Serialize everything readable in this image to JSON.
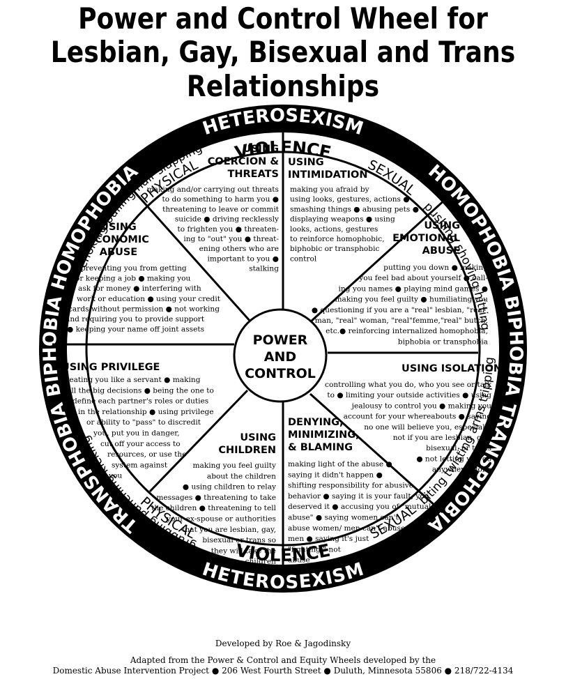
{
  "title": {
    "line1": "Power and Control Wheel for",
    "line2": "Lesbian, Gay, Bisexual and Trans Relationships"
  },
  "outer_ring": {
    "top": "HETEROSEXISM",
    "bottom": "HETEROSEXISM",
    "left": "TRANSPHOBIA BIPHOBIA HOMOPHOBIA",
    "right": "HOMOPHOBIA BIPHOBIA TRANSPHOBIA"
  },
  "violence_ring": {
    "top_violence": "VIOLENCE",
    "bottom_violence": "VIOLENCE",
    "physical_top": "PHYSICAL",
    "physical_bottom": "PHYSICAL",
    "sexual_top": "SEXUAL",
    "sexual_bottom": "SEXUAL",
    "actions_top_left": "choking   pulling hair   slapping",
    "actions_top_right": "pushing   shoving   hitting",
    "actions_bottom_left": "grabbing   punching   kicking",
    "actions_bottom_right": "biting   twisting arms   tripping"
  },
  "hub": {
    "line1": "POWER",
    "line2": "AND",
    "line3": "CONTROL"
  },
  "sections": [
    {
      "name": "coercion",
      "heading": [
        "USING",
        "COERCION &",
        "THREATS"
      ],
      "body": [
        "making and/or carrying out threats",
        "to do something to harm you ●",
        "threatening to leave or commit",
        "suicide ● driving recklessly",
        "to frighten you ● threaten-",
        "ing to \"out\" you ● threat-",
        "ening others who are",
        "important to you ●",
        "stalking"
      ]
    },
    {
      "name": "intimidation",
      "heading": [
        "USING",
        "INTIMIDATION"
      ],
      "body": [
        "making you afraid by",
        "using looks, gestures, actions ●",
        "smashing things ● abusing pets ●",
        "displaying weapons ● using",
        "looks, actions, gestures",
        "to reinforce homophobic,",
        "biphobic or transphobic",
        "control"
      ]
    },
    {
      "name": "emotional",
      "heading": [
        "USING",
        "EMOTIONAL",
        "ABUSE"
      ],
      "body": [
        "putting you down ● making",
        "you feel bad about yourself ● call-",
        "ing  you names ● playing mind games ●",
        "making you feel guilty ● humiliating you",
        "● questioning if you are a  \"real\" lesbian, \"real\"",
        "man, \"real\" woman, \"real\"femme,\"real\" butch,",
        "etc.● reinforcing internalized homophobia,",
        "biphobia or transphobia"
      ]
    },
    {
      "name": "isolation",
      "heading": [
        "USING ISOLATION"
      ],
      "body": [
        "controlling what you do, who you see  or talk",
        "to ● limiting your outside activities ● using",
        "jealousy to control you ● making you",
        "account for your whereabouts ● saying",
        "no one will believe you, especially",
        "not if you are lesbian, gay,",
        "bisexual, or  trans",
        "● not letting you go",
        "anywhere alone"
      ]
    },
    {
      "name": "denying",
      "heading": [
        "DENYING,",
        "MINIMIZING,",
        "& BLAMING"
      ],
      "body": [
        "making light of the abuse ●",
        "saying it didn't happen ●",
        "shifting responsibility for abusive",
        "behavior ● saying it is your fault, you",
        "deserved it ● accusing you of \"mutual",
        "abuse\" ● saying women can't",
        "abuse women/ men can't abuse",
        "men ● saying it's just",
        "\"fighting,\" not",
        "abuse"
      ]
    },
    {
      "name": "children",
      "heading": [
        "USING",
        "CHILDREN"
      ],
      "body": [
        "making you feel guilty",
        "about the children",
        "● using children to relay",
        "messages ● threatening to take",
        "the children ● threatening to tell",
        "your ex-spouse or authorities",
        "that you are lesbian, gay,",
        "bisexual or trans so",
        "they will take the",
        "children"
      ]
    },
    {
      "name": "privilege",
      "heading": [
        "USING PRIVILEGE"
      ],
      "body": [
        "treating you like a servant ● making",
        "all the big decisions ● being the one to",
        "define each partner's roles or duties",
        "in the relationship ● using privilege",
        "or ability to \"pass\" to discredit",
        "you, put you in danger,",
        "cut off your access to",
        "resources, or use the",
        "system against",
        "you"
      ]
    },
    {
      "name": "economic",
      "heading": [
        "USING",
        "ECONOMIC",
        "ABUSE"
      ],
      "body": [
        "preventing you from getting",
        "or keeping a job ● making you",
        "ask for money ● interfering with",
        "work or education ● using your credit",
        "cards without permission ● not working",
        "and requiring you to provide support",
        "● keeping your name off joint assets"
      ]
    }
  ],
  "credits": {
    "developed": "Developed by Roe & Jagodinsky",
    "adapted": "Adapted from the Power & Control and Equity Wheels developed by the",
    "address": "Domestic Abuse Intervention Project  ●  206 West Fourth Street  ●  Duluth, Minnesota 55806  ●  218/722-4134"
  }
}
